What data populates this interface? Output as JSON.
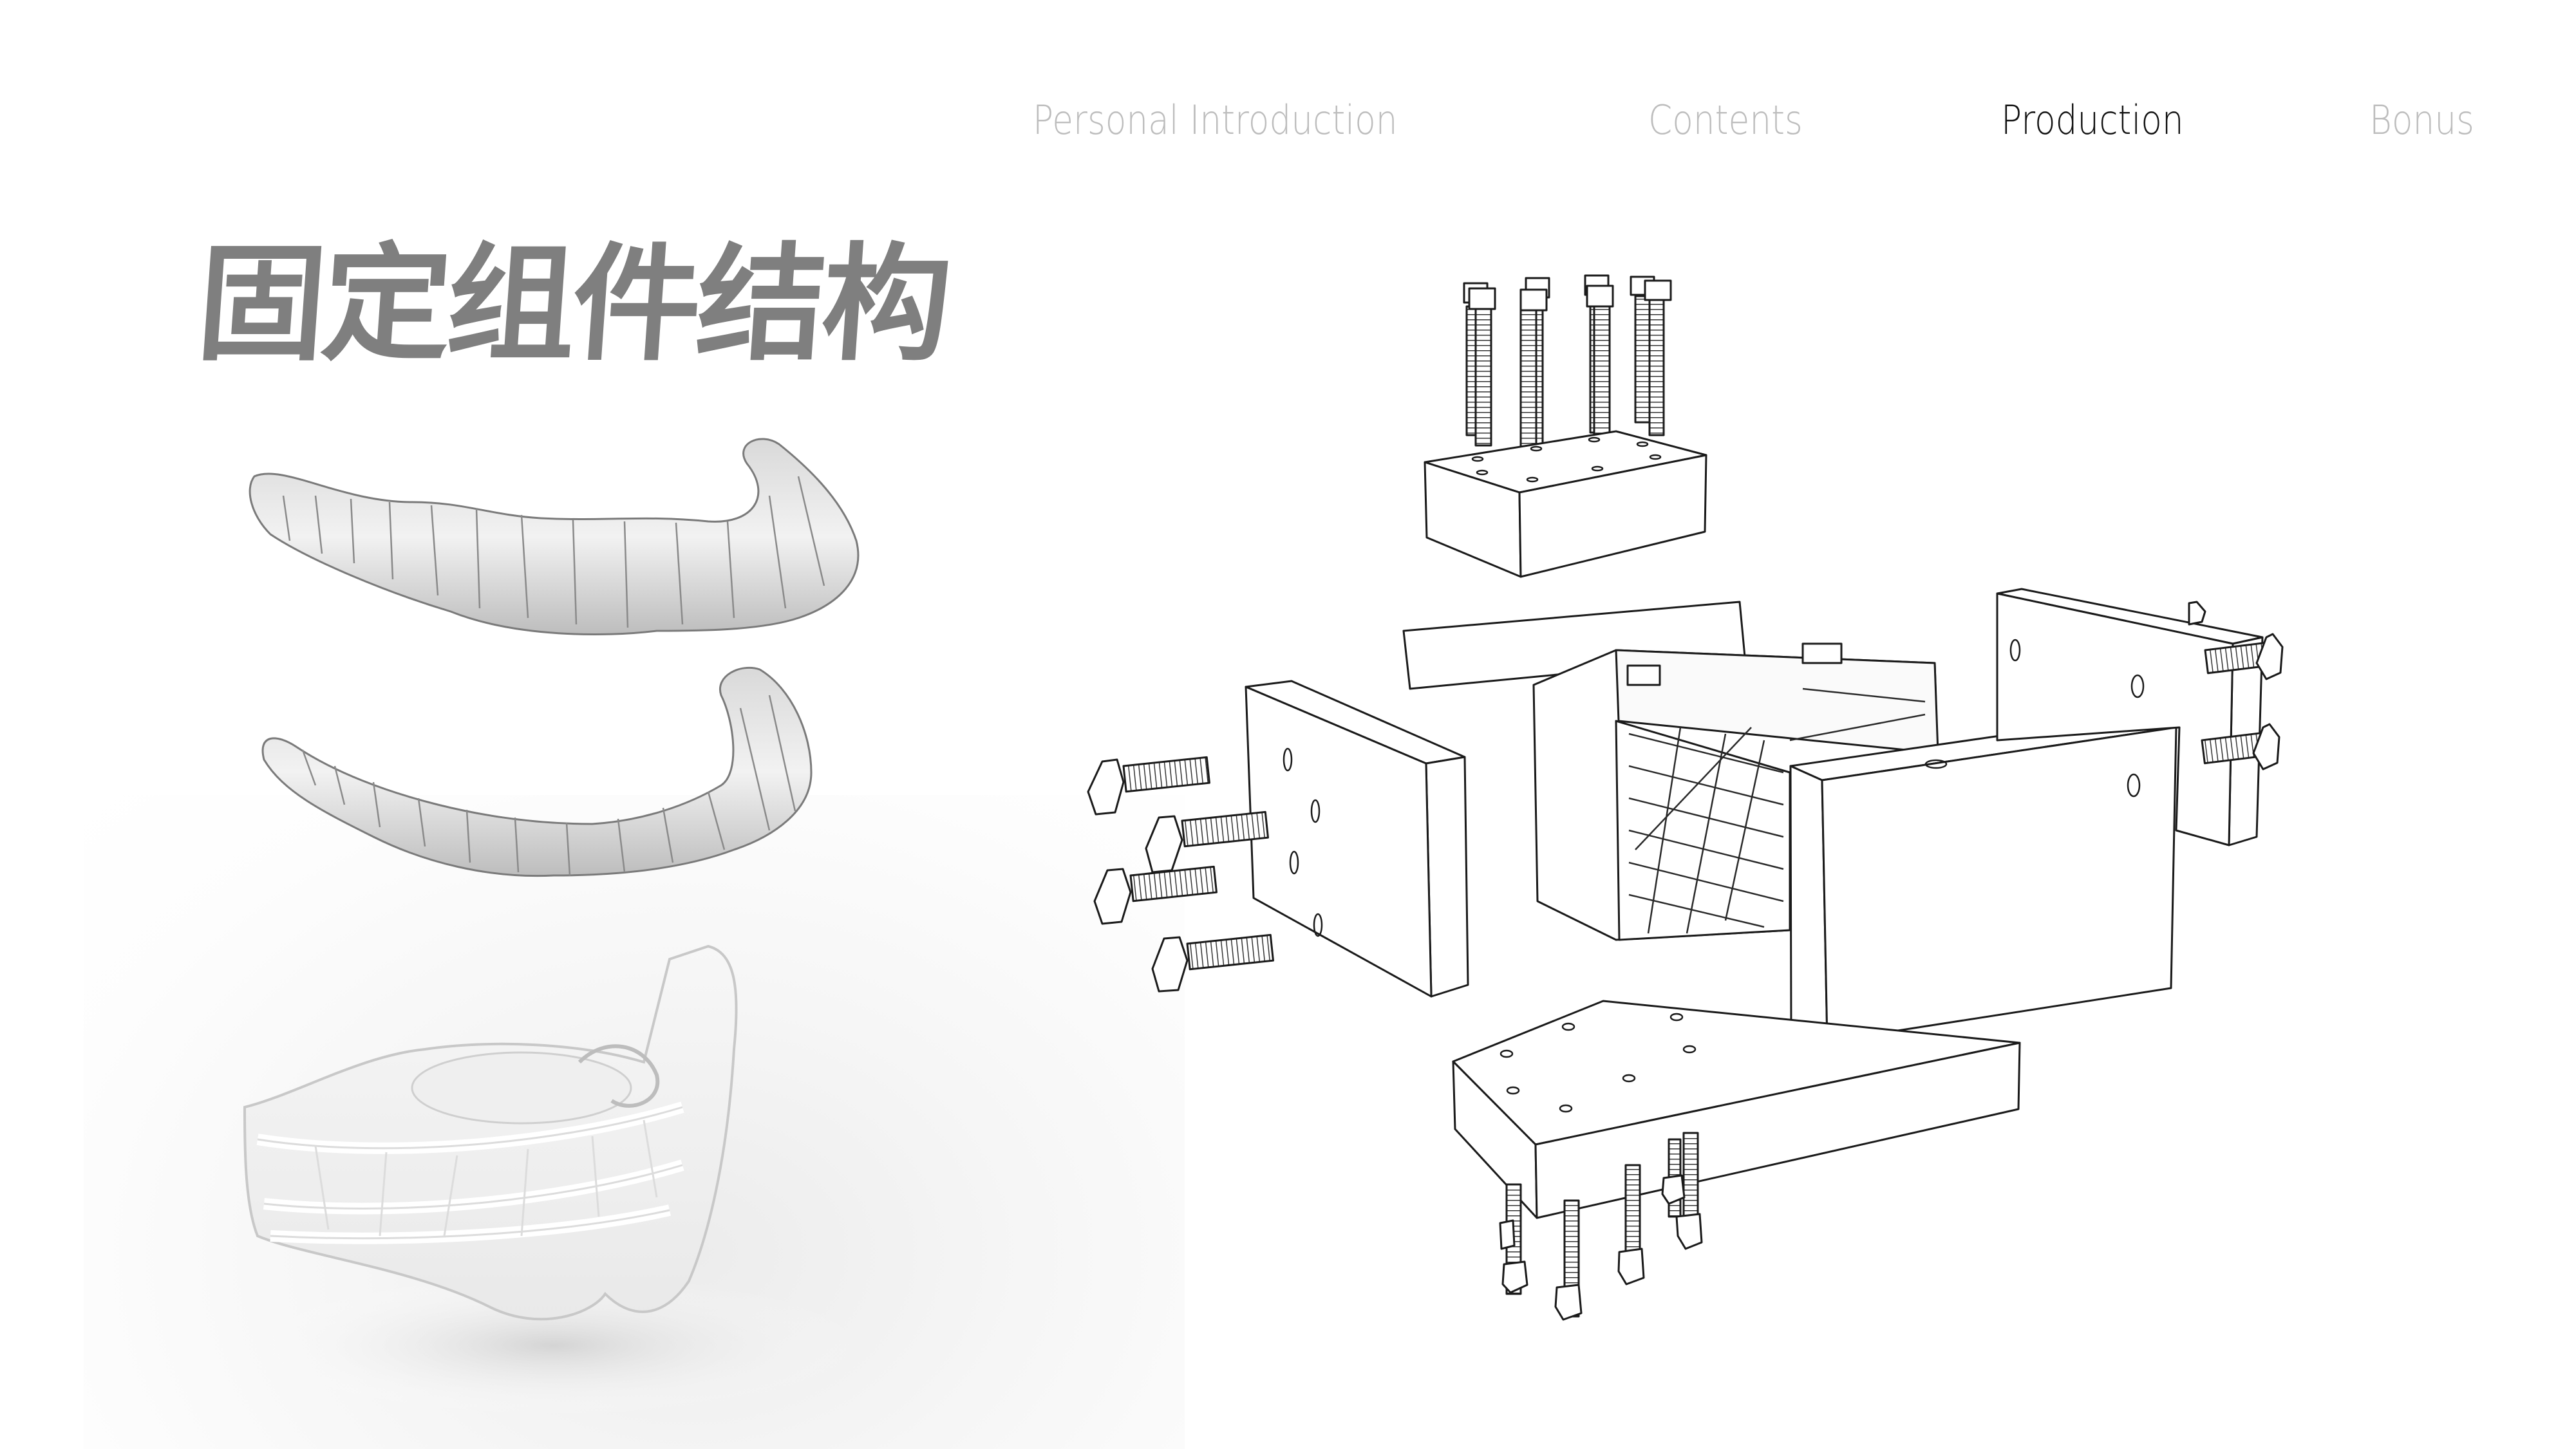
{
  "nav": {
    "items": [
      {
        "label": "Personal Introduction",
        "active": false
      },
      {
        "label": "Contents",
        "active": false
      },
      {
        "label": "Production",
        "active": true
      },
      {
        "label": "Bonus",
        "active": false
      }
    ],
    "colors": {
      "inactive": "#bdbdbd",
      "active": "#111111"
    }
  },
  "page": {
    "title": "固定组件结构",
    "title_color": "#7f7f7f",
    "background": "#ffffff"
  },
  "figures": {
    "left_render": {
      "aligners_label": "clear-aligner-upper-and-lower",
      "guard_label": "transparent-mouthguard-with-white-lattice-frame"
    },
    "right_drawing": {
      "label": "exploded-view-mold-assembly",
      "parts": {
        "top_plate_bolts": 8,
        "left_side_bolts": 4,
        "right_side_bolts": 3,
        "bottom_plate_bolts": 5
      },
      "line_color": "#1a1a1a"
    }
  }
}
